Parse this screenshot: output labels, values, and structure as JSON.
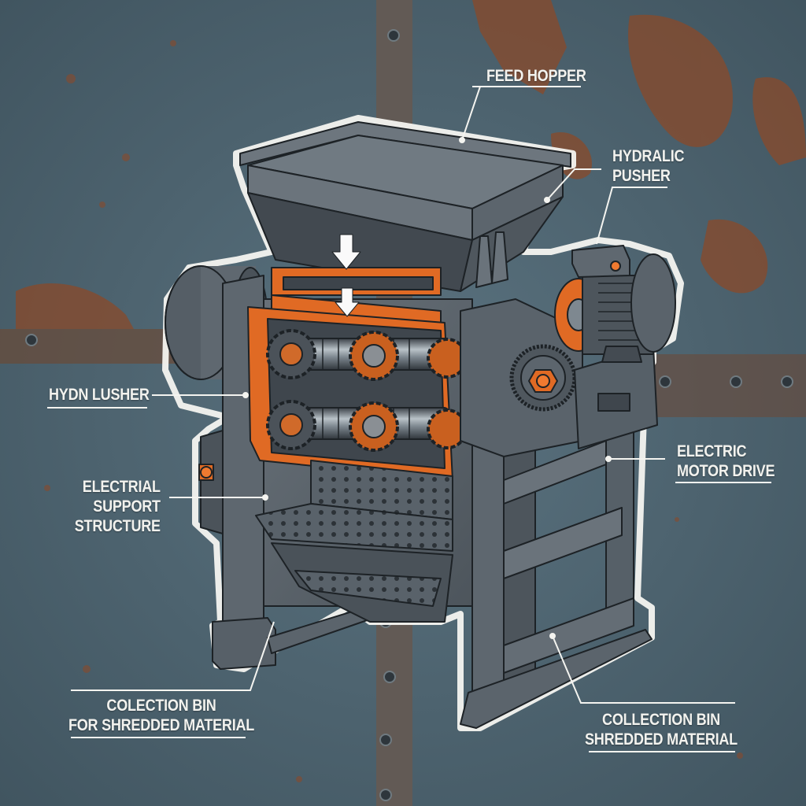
{
  "diagram": {
    "subject": "Industrial twin-shaft shredder cutaway illustration",
    "background": "rusted blue-grey steel plate",
    "colors": {
      "background": "#4e6470",
      "rust": "#8a4a2a",
      "machine_steel": "#5d666e",
      "machine_dark": "#3f464d",
      "accent_orange": "#e06a24",
      "label_text": "#f2f2ee",
      "outline": "#f4f4f0"
    },
    "labels": {
      "feed_hopper": {
        "line1": "FEED HOPPER"
      },
      "hydraulic_pusher": {
        "line1": "HYDRALIC",
        "line2": "PUSHER"
      },
      "hydn_lusher": {
        "line1": "HYDN LUSHER"
      },
      "electrial_support": {
        "line1": "ELECTRIAL",
        "line2": "SUPPORT",
        "line3": "STRUCTURE"
      },
      "electric_motor": {
        "line1": "ELECTRIC",
        "line2": "MOTOR DRIVE"
      },
      "collection_bin_left": {
        "line1": "COLECTION BIN",
        "line2": "FOR SHREDDED MATERIAL"
      },
      "collection_bin_right": {
        "line1": "COLLECTION BIN",
        "line2": "SHREDDED MATERIAL"
      }
    },
    "flow_arrows": [
      "down-arrow",
      "down-arrow"
    ]
  }
}
